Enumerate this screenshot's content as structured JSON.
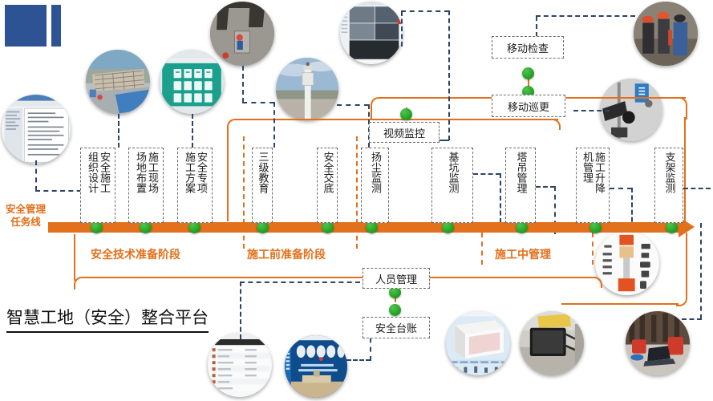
{
  "logo": {
    "name": "corporate-logo-blue-blocks",
    "color": "#2e5395"
  },
  "timeline": {
    "label": "安全管理\n任务线",
    "label_line1": "安全管理",
    "label_line2": "任务线",
    "color": "#e2701c",
    "node_color": "#1f9b21"
  },
  "tasks": [
    {
      "id": "t1",
      "text": "安全施工组织设计",
      "col1": "安全施工",
      "col2": "组织设计"
    },
    {
      "id": "t2",
      "text": "施工现场场地布置",
      "col1": "施工现场",
      "col2": "场地布置"
    },
    {
      "id": "t3",
      "text": "安全专项施工方案",
      "col1": "安全专项",
      "col2": "施工方案"
    },
    {
      "id": "t4",
      "text": "三级教育",
      "col1": "三级教育",
      "col2": ""
    },
    {
      "id": "t5",
      "text": "安全交底",
      "col1": "安全交底",
      "col2": ""
    },
    {
      "id": "t6",
      "text": "扬尘监测",
      "col1": "扬尘监测",
      "col2": ""
    },
    {
      "id": "t7",
      "text": "基坑监测",
      "col1": "基坑监测",
      "col2": ""
    },
    {
      "id": "t8",
      "text": "塔吊管理",
      "col1": "塔吊管理",
      "col2": ""
    },
    {
      "id": "t9",
      "text": "施工升降机管理",
      "col1": "施工升降",
      "col2": "机管理"
    },
    {
      "id": "t10",
      "text": "支架监测",
      "col1": "支架监测",
      "col2": ""
    }
  ],
  "callouts": [
    {
      "id": "c1",
      "text": "移动检查"
    },
    {
      "id": "c2",
      "text": "移动巡更"
    },
    {
      "id": "c3",
      "text": "视频监控"
    },
    {
      "id": "c4",
      "text": "人员管理"
    },
    {
      "id": "c5",
      "text": "安全台账"
    }
  ],
  "stages": [
    {
      "id": "s1",
      "text": "安全技术准备阶段"
    },
    {
      "id": "s2",
      "text": "施工前准备阶段"
    },
    {
      "id": "s3",
      "text": "施工中管理"
    }
  ],
  "platform": {
    "title": "智慧工地（安全）整合平台"
  },
  "photos": [
    {
      "id": "p1",
      "name": "photo-document-screenshot"
    },
    {
      "id": "p2",
      "name": "photo-site-aerial-layout"
    },
    {
      "id": "p3",
      "name": "photo-software-green-ui"
    },
    {
      "id": "p4",
      "name": "photo-worker-on-structure"
    },
    {
      "id": "p5",
      "name": "photo-dust-monitor-pole"
    },
    {
      "id": "p6",
      "name": "photo-video-surveillance-grid"
    },
    {
      "id": "p7",
      "name": "photo-workers-inspection"
    },
    {
      "id": "p8",
      "name": "photo-patrol-equipment"
    },
    {
      "id": "p9",
      "name": "photo-tower-crane-monitor"
    },
    {
      "id": "p10",
      "name": "photo-mobile-app-list"
    },
    {
      "id": "p11",
      "name": "photo-entrance-display-screen"
    },
    {
      "id": "p12",
      "name": "photo-bim-model-view"
    },
    {
      "id": "p13",
      "name": "photo-tablet-on-site"
    },
    {
      "id": "p14",
      "name": "photo-laptop-equipment-room"
    }
  ]
}
